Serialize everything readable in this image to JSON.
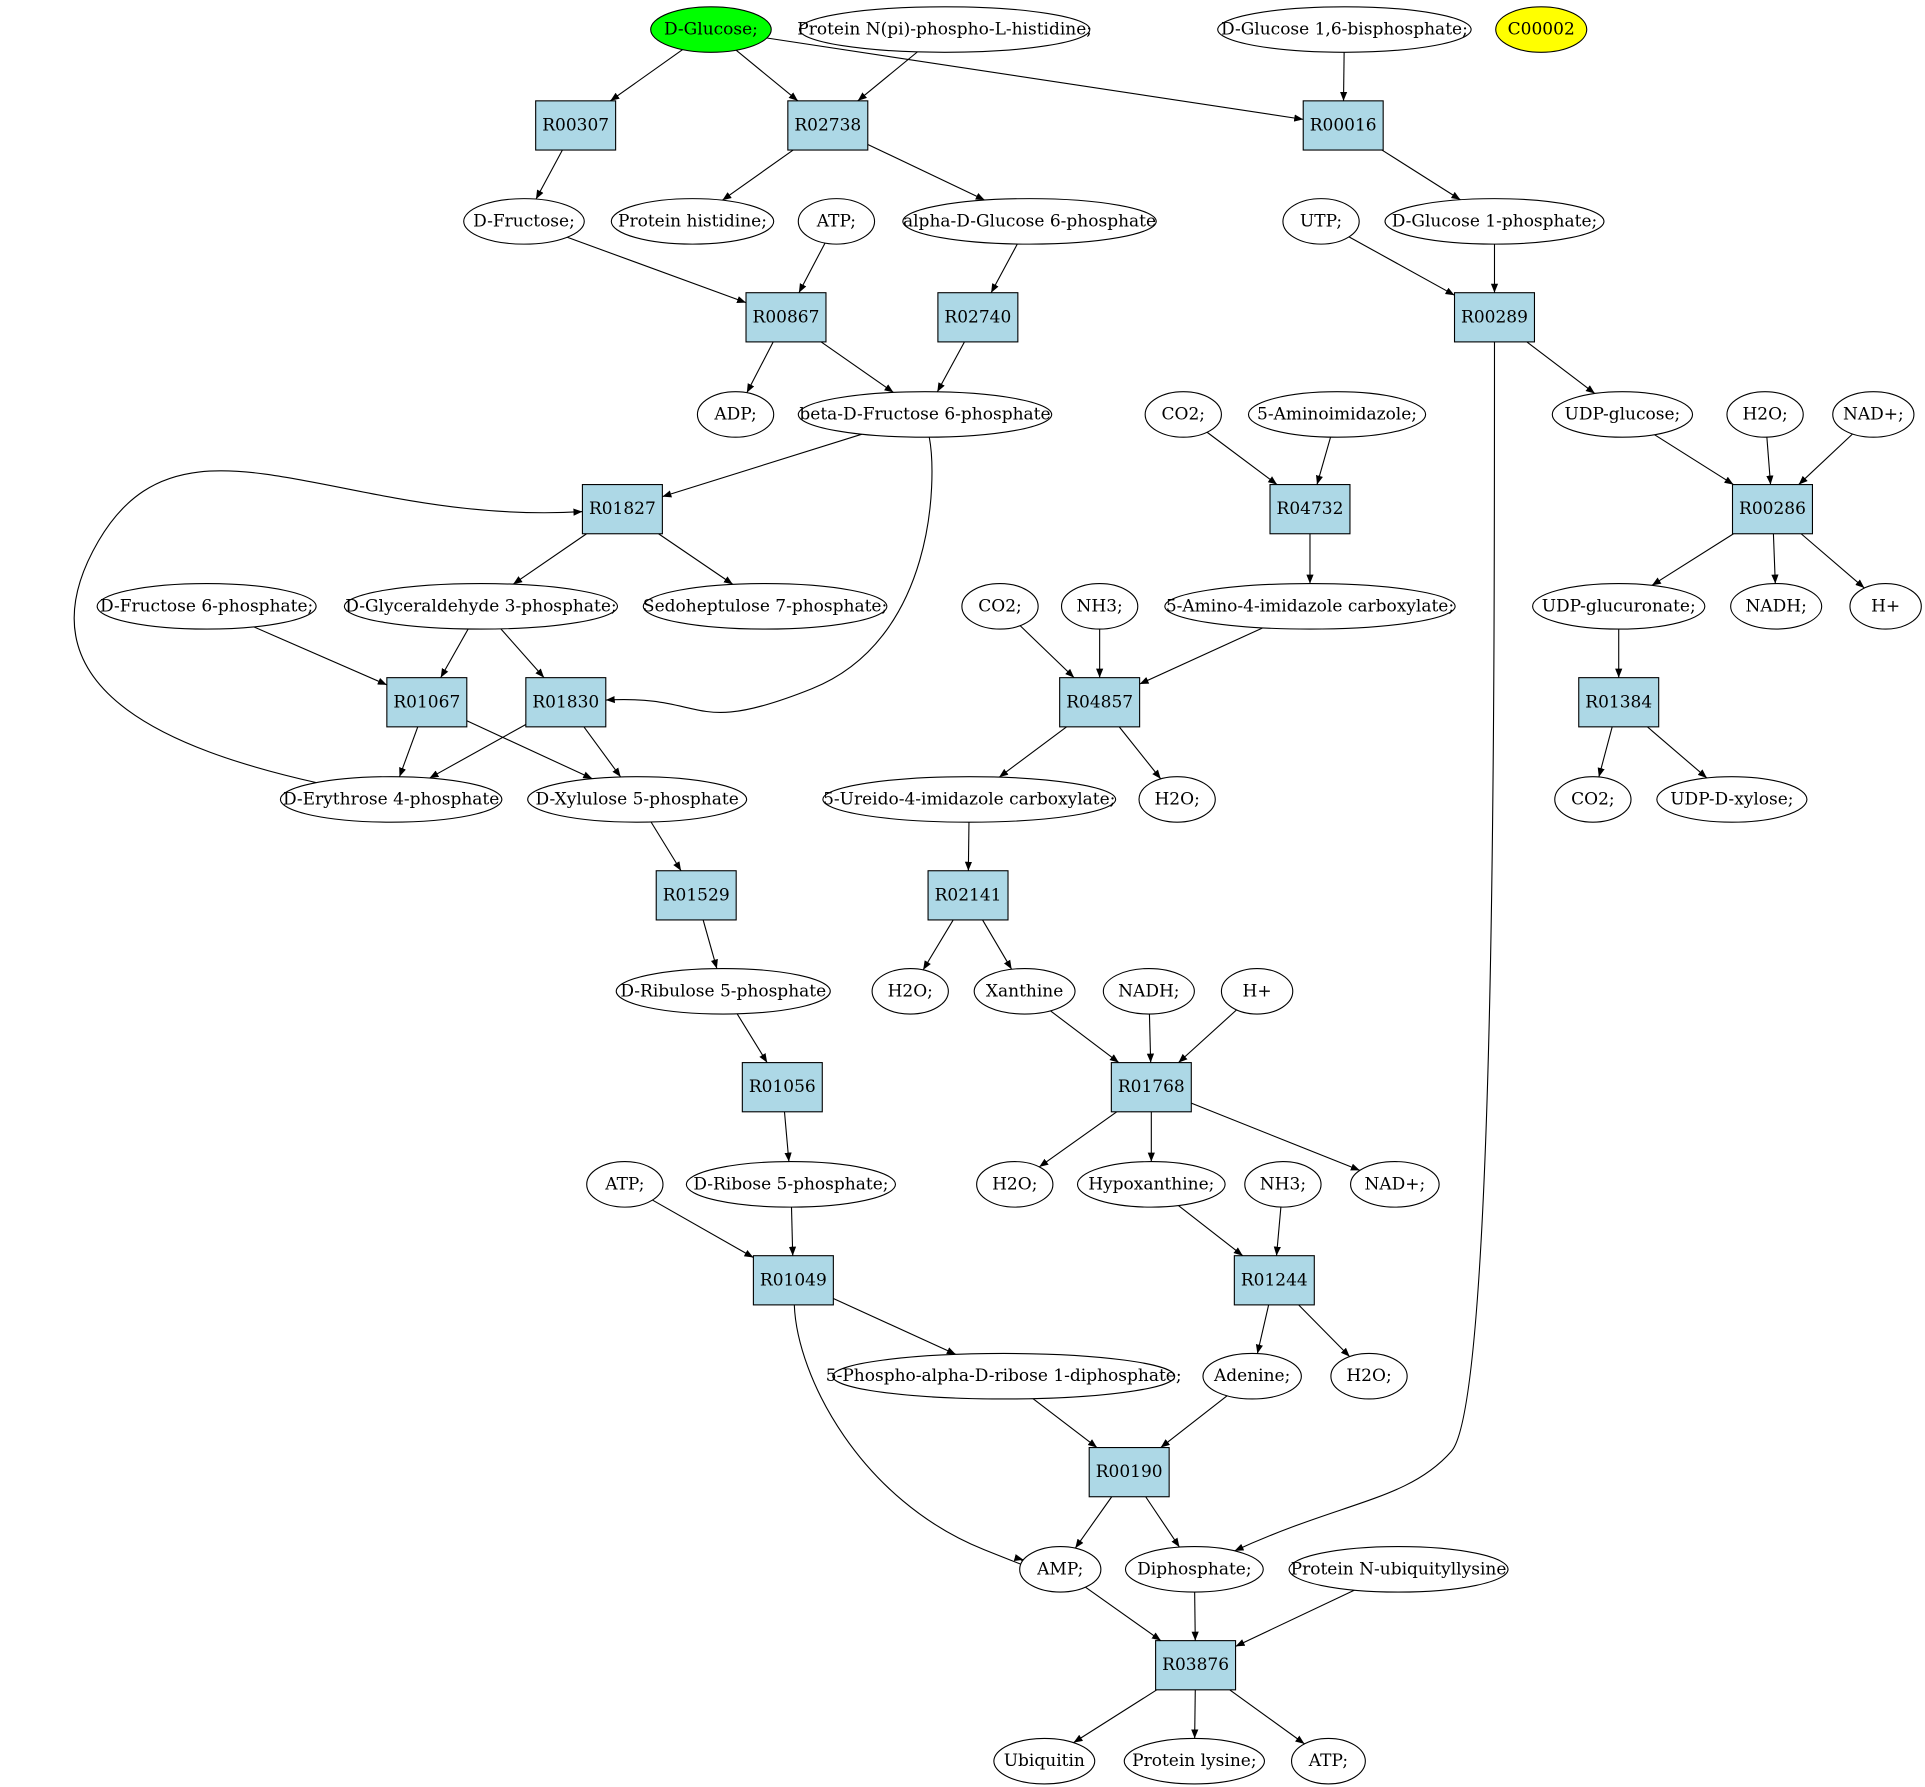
{
  "colors": {
    "reaction_fill": "#add8e6",
    "compound_fill": "#ffffff",
    "start_fill": "#00ff00",
    "highlight_fill": "#ffff00",
    "stroke": "#000000"
  },
  "nodes": [
    {
      "id": "glc",
      "label": "D-Glucose;",
      "kind": "compound",
      "fill": "start"
    },
    {
      "id": "pnhis",
      "label": "Protein N(pi)-phospho-L-histidine;",
      "kind": "compound"
    },
    {
      "id": "g16bp",
      "label": "D-Glucose 1,6-bisphosphate;",
      "kind": "compound"
    },
    {
      "id": "c00002",
      "label": "C00002",
      "kind": "compound",
      "fill": "highlight"
    },
    {
      "id": "R00307",
      "label": "R00307",
      "kind": "reaction"
    },
    {
      "id": "R02738",
      "label": "R02738",
      "kind": "reaction"
    },
    {
      "id": "R00016",
      "label": "R00016",
      "kind": "reaction"
    },
    {
      "id": "dfru",
      "label": "D-Fructose;",
      "kind": "compound"
    },
    {
      "id": "phis",
      "label": "Protein histidine;",
      "kind": "compound"
    },
    {
      "id": "atp1",
      "label": "ATP;",
      "kind": "compound"
    },
    {
      "id": "ag6p",
      "label": "alpha-D-Glucose 6-phosphate",
      "kind": "compound"
    },
    {
      "id": "utp",
      "label": "UTP;",
      "kind": "compound"
    },
    {
      "id": "g1p",
      "label": "D-Glucose 1-phosphate;",
      "kind": "compound"
    },
    {
      "id": "R00867",
      "label": "R00867",
      "kind": "reaction"
    },
    {
      "id": "R02740",
      "label": "R02740",
      "kind": "reaction"
    },
    {
      "id": "R00289",
      "label": "R00289",
      "kind": "reaction"
    },
    {
      "id": "adp",
      "label": "ADP;",
      "kind": "compound"
    },
    {
      "id": "bf6p",
      "label": "beta-D-Fructose 6-phosphate",
      "kind": "compound"
    },
    {
      "id": "co2a",
      "label": "CO2;",
      "kind": "compound"
    },
    {
      "id": "aimid",
      "label": "5-Aminoimidazole;",
      "kind": "compound"
    },
    {
      "id": "udpg",
      "label": "UDP-glucose;",
      "kind": "compound"
    },
    {
      "id": "h2oa",
      "label": "H2O;",
      "kind": "compound"
    },
    {
      "id": "nada",
      "label": "NAD+;",
      "kind": "compound"
    },
    {
      "id": "R01827",
      "label": "R01827",
      "kind": "reaction"
    },
    {
      "id": "R04732",
      "label": "R04732",
      "kind": "reaction"
    },
    {
      "id": "R00286",
      "label": "R00286",
      "kind": "reaction"
    },
    {
      "id": "df6p",
      "label": "D-Fructose 6-phosphate;",
      "kind": "compound"
    },
    {
      "id": "dg3p",
      "label": "D-Glyceraldehyde 3-phosphate;",
      "kind": "compound"
    },
    {
      "id": "s7p",
      "label": "Sedoheptulose 7-phosphate;",
      "kind": "compound"
    },
    {
      "id": "co2b",
      "label": "CO2;",
      "kind": "compound"
    },
    {
      "id": "nh3a",
      "label": "NH3;",
      "kind": "compound"
    },
    {
      "id": "aicx",
      "label": "5-Amino-4-imidazole carboxylate;",
      "kind": "compound"
    },
    {
      "id": "udpgl",
      "label": "UDP-glucuronate;",
      "kind": "compound"
    },
    {
      "id": "nadha",
      "label": "NADH;",
      "kind": "compound"
    },
    {
      "id": "hpa",
      "label": "H+",
      "kind": "compound"
    },
    {
      "id": "R01067",
      "label": "R01067",
      "kind": "reaction"
    },
    {
      "id": "R01830",
      "label": "R01830",
      "kind": "reaction"
    },
    {
      "id": "R04857",
      "label": "R04857",
      "kind": "reaction"
    },
    {
      "id": "R01384",
      "label": "R01384",
      "kind": "reaction"
    },
    {
      "id": "de4p",
      "label": "D-Erythrose 4-phosphate",
      "kind": "compound"
    },
    {
      "id": "dx5p",
      "label": "D-Xylulose 5-phosphate",
      "kind": "compound"
    },
    {
      "id": "uicx",
      "label": "5-Ureido-4-imidazole carboxylate;",
      "kind": "compound"
    },
    {
      "id": "h2ob",
      "label": "H2O;",
      "kind": "compound"
    },
    {
      "id": "co2c",
      "label": "CO2;",
      "kind": "compound"
    },
    {
      "id": "udpx",
      "label": "UDP-D-xylose;",
      "kind": "compound"
    },
    {
      "id": "R01529",
      "label": "R01529",
      "kind": "reaction"
    },
    {
      "id": "R02141",
      "label": "R02141",
      "kind": "reaction"
    },
    {
      "id": "dr5p",
      "label": "D-Ribulose 5-phosphate",
      "kind": "compound"
    },
    {
      "id": "h2oc",
      "label": "H2O;",
      "kind": "compound"
    },
    {
      "id": "xan",
      "label": "Xanthine",
      "kind": "compound"
    },
    {
      "id": "nadhb",
      "label": "NADH;",
      "kind": "compound"
    },
    {
      "id": "hpb",
      "label": "H+",
      "kind": "compound"
    },
    {
      "id": "R01056",
      "label": "R01056",
      "kind": "reaction"
    },
    {
      "id": "R01768",
      "label": "R01768",
      "kind": "reaction"
    },
    {
      "id": "atp2",
      "label": "ATP;",
      "kind": "compound"
    },
    {
      "id": "rib5p",
      "label": "D-Ribose 5-phosphate;",
      "kind": "compound"
    },
    {
      "id": "h2od",
      "label": "H2O;",
      "kind": "compound"
    },
    {
      "id": "hyp",
      "label": "Hypoxanthine;",
      "kind": "compound"
    },
    {
      "id": "nh3b",
      "label": "NH3;",
      "kind": "compound"
    },
    {
      "id": "nadb",
      "label": "NAD+;",
      "kind": "compound"
    },
    {
      "id": "R01049",
      "label": "R01049",
      "kind": "reaction"
    },
    {
      "id": "R01244",
      "label": "R01244",
      "kind": "reaction"
    },
    {
      "id": "prpp",
      "label": "5-Phospho-alpha-D-ribose 1-diphosphate;",
      "kind": "compound"
    },
    {
      "id": "ade",
      "label": "Adenine;",
      "kind": "compound"
    },
    {
      "id": "h2oe",
      "label": "H2O;",
      "kind": "compound"
    },
    {
      "id": "R00190",
      "label": "R00190",
      "kind": "reaction"
    },
    {
      "id": "amp",
      "label": "AMP;",
      "kind": "compound"
    },
    {
      "id": "ppi",
      "label": "Diphosphate;",
      "kind": "compound"
    },
    {
      "id": "pnub",
      "label": "Protein N-ubiquityllysine",
      "kind": "compound"
    },
    {
      "id": "R03876",
      "label": "R03876",
      "kind": "reaction"
    },
    {
      "id": "ubq",
      "label": "Ubiquitin",
      "kind": "compound"
    },
    {
      "id": "plys",
      "label": "Protein lysine;",
      "kind": "compound"
    },
    {
      "id": "atp3",
      "label": "ATP;",
      "kind": "compound"
    }
  ],
  "edges": [
    [
      "glc",
      "R00307"
    ],
    [
      "glc",
      "R02738"
    ],
    [
      "pnhis",
      "R02738"
    ],
    [
      "glc",
      "R00016"
    ],
    [
      "g16bp",
      "R00016"
    ],
    [
      "R00307",
      "dfru"
    ],
    [
      "R02738",
      "phis"
    ],
    [
      "R02738",
      "ag6p"
    ],
    [
      "R00016",
      "g1p"
    ],
    [
      "dfru",
      "R00867"
    ],
    [
      "atp1",
      "R00867"
    ],
    [
      "ag6p",
      "R02740"
    ],
    [
      "utp",
      "R00289"
    ],
    [
      "g1p",
      "R00289"
    ],
    [
      "R00867",
      "adp"
    ],
    [
      "R00867",
      "bf6p"
    ],
    [
      "R02740",
      "bf6p"
    ],
    [
      "R00289",
      "udpg"
    ],
    [
      "R00289",
      "ppi"
    ],
    [
      "bf6p",
      "R01827"
    ],
    [
      "bf6p",
      "R01830"
    ],
    [
      "co2a",
      "R04732"
    ],
    [
      "aimid",
      "R04732"
    ],
    [
      "udpg",
      "R00286"
    ],
    [
      "h2oa",
      "R00286"
    ],
    [
      "nada",
      "R00286"
    ],
    [
      "R01827",
      "dg3p"
    ],
    [
      "R01827",
      "s7p"
    ],
    [
      "R04732",
      "aicx"
    ],
    [
      "R00286",
      "udpgl"
    ],
    [
      "R00286",
      "nadha"
    ],
    [
      "R00286",
      "hpa"
    ],
    [
      "df6p",
      "R01067"
    ],
    [
      "dg3p",
      "R01067"
    ],
    [
      "dg3p",
      "R01830"
    ],
    [
      "co2b",
      "R04857"
    ],
    [
      "nh3a",
      "R04857"
    ],
    [
      "aicx",
      "R04857"
    ],
    [
      "udpgl",
      "R01384"
    ],
    [
      "R01067",
      "de4p"
    ],
    [
      "R01067",
      "dx5p"
    ],
    [
      "R01830",
      "de4p"
    ],
    [
      "R01830",
      "dx5p"
    ],
    [
      "de4p",
      "R01827"
    ],
    [
      "R04857",
      "uicx"
    ],
    [
      "R04857",
      "h2ob"
    ],
    [
      "R01384",
      "co2c"
    ],
    [
      "R01384",
      "udpx"
    ],
    [
      "dx5p",
      "R01529"
    ],
    [
      "uicx",
      "R02141"
    ],
    [
      "R01529",
      "dr5p"
    ],
    [
      "R02141",
      "h2oc"
    ],
    [
      "R02141",
      "xan"
    ],
    [
      "dr5p",
      "R01056"
    ],
    [
      "xan",
      "R01768"
    ],
    [
      "nadhb",
      "R01768"
    ],
    [
      "hpb",
      "R01768"
    ],
    [
      "R01056",
      "rib5p"
    ],
    [
      "R01768",
      "h2od"
    ],
    [
      "R01768",
      "hyp"
    ],
    [
      "R01768",
      "nadb"
    ],
    [
      "atp2",
      "R01049"
    ],
    [
      "rib5p",
      "R01049"
    ],
    [
      "hyp",
      "R01244"
    ],
    [
      "nh3b",
      "R01244"
    ],
    [
      "R01049",
      "prpp"
    ],
    [
      "R01049",
      "amp"
    ],
    [
      "R01244",
      "ade"
    ],
    [
      "R01244",
      "h2oe"
    ],
    [
      "prpp",
      "R00190"
    ],
    [
      "ade",
      "R00190"
    ],
    [
      "R00190",
      "amp"
    ],
    [
      "R00190",
      "ppi"
    ],
    [
      "amp",
      "R03876"
    ],
    [
      "ppi",
      "R03876"
    ],
    [
      "pnub",
      "R03876"
    ],
    [
      "R03876",
      "ubq"
    ],
    [
      "R03876",
      "plys"
    ],
    [
      "R03876",
      "atp3"
    ]
  ]
}
